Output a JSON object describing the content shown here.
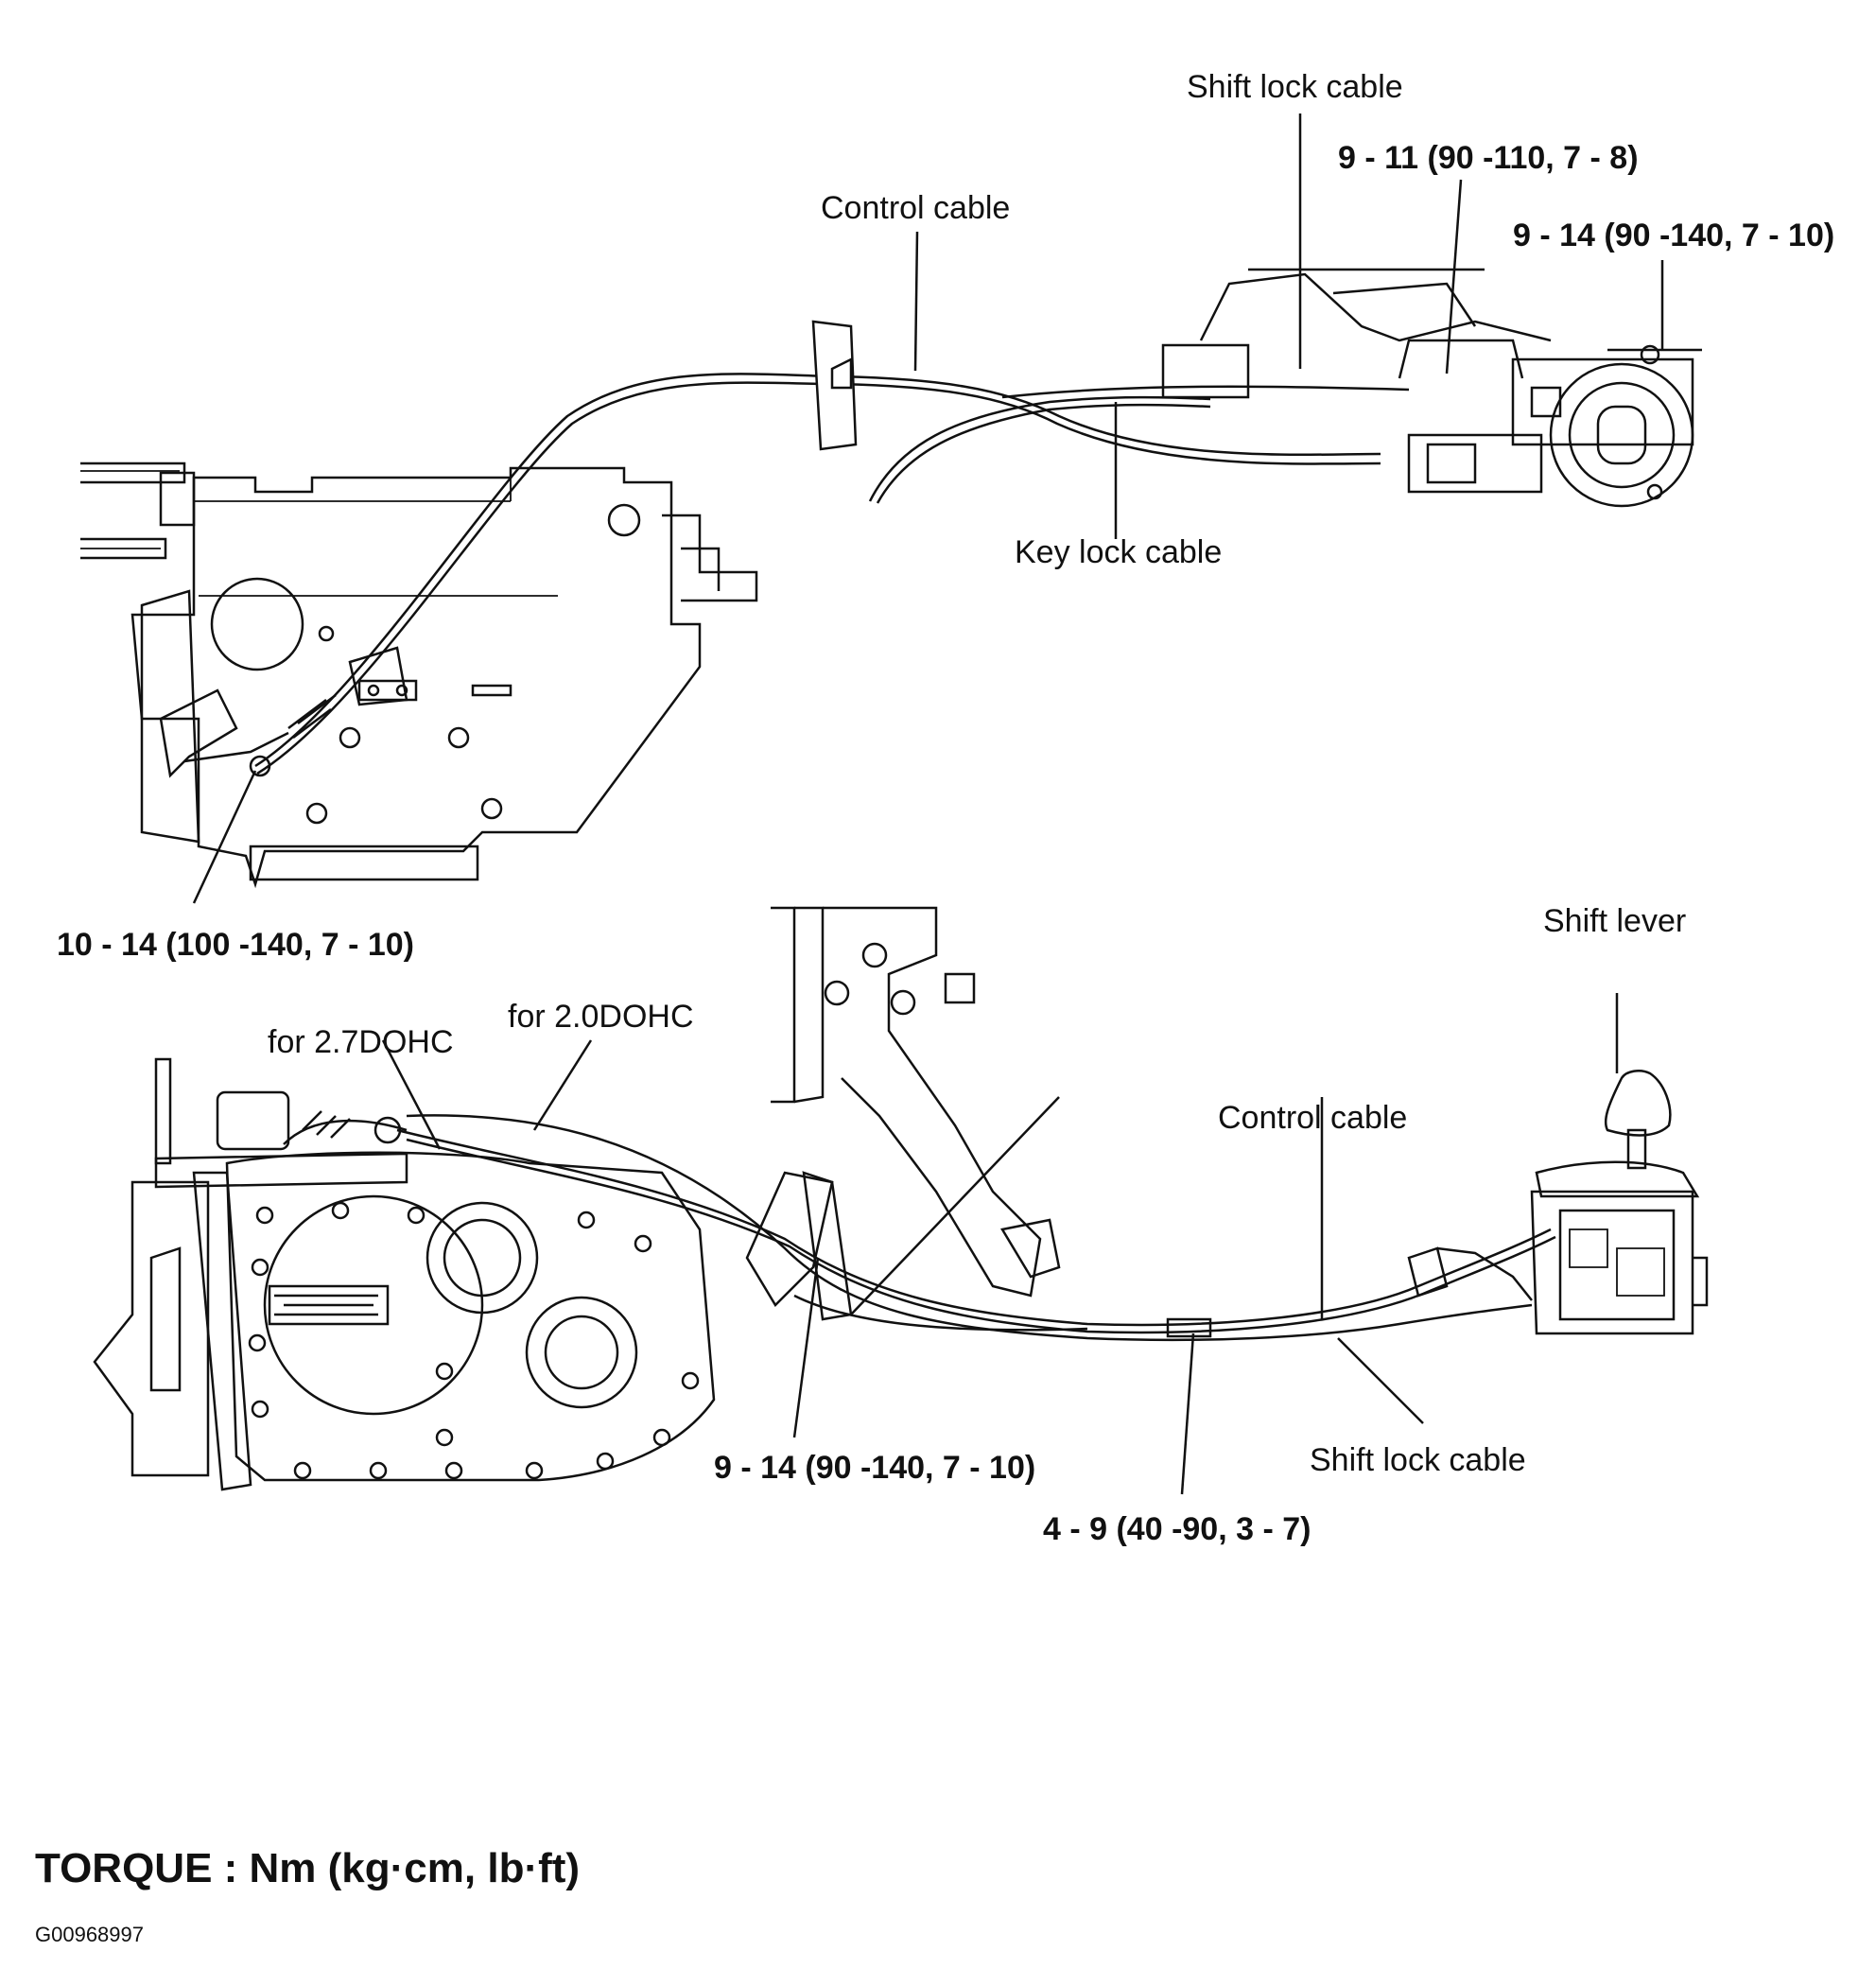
{
  "labels": {
    "shift_lock_cable_top": "Shift lock cable",
    "control_cable_top": "Control cable",
    "key_lock_cable": "Key lock cable",
    "shift_lever": "Shift lever",
    "control_cable_bottom": "Control cable",
    "shift_lock_cable_bottom": "Shift lock cable",
    "for_27dohc": "for 2.7DOHC",
    "for_20dohc": "for 2.0DOHC"
  },
  "torques": {
    "t_9_11": "9 - 11 (90 -110, 7 - 8)",
    "t_9_14_top": "9 - 14 (90 -140, 7 - 10)",
    "t_10_14": "10 - 14 (100 -140, 7 - 10)",
    "t_9_14_bottom": "9 - 14 (90 -140, 7 - 10)",
    "t_4_9": "4 - 9 (40 -90, 3 - 7)"
  },
  "footer": {
    "title": "TORQUE : Nm (kg·cm, lb·ft)",
    "figure_id": "G00968997"
  }
}
